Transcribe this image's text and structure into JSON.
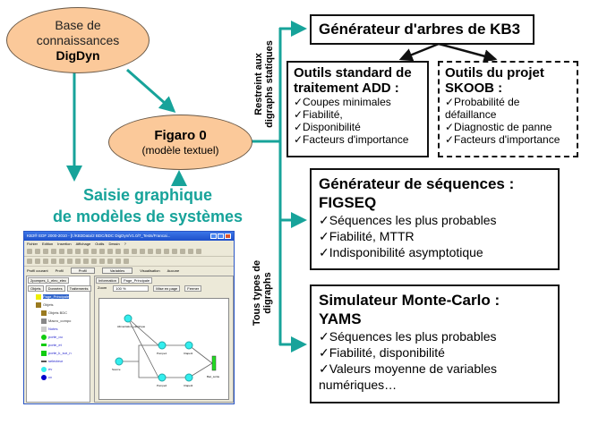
{
  "base": {
    "line1": "Base de",
    "line2": "connaissances",
    "line3": "DigDyn"
  },
  "figaro": {
    "title": "Figaro 0",
    "subtitle": "(modèle textuel)"
  },
  "saisie": {
    "line1": "Saisie graphique",
    "line2": "de modèles de systèmes"
  },
  "labels": {
    "restreint_1": "Restreint aux",
    "restreint_2": "digraphs statiques",
    "tous_1": "Tous types de",
    "tous_2": "digraphs"
  },
  "kb3": {
    "title": "Générateur d'arbres de KB3"
  },
  "standard": {
    "title_1": "Outils standard de",
    "title_2": "traitement ADD :",
    "items": [
      "✓Coupes minimales",
      "✓Fiabilité,",
      "✓Disponibilité",
      "✓Facteurs d'importance"
    ]
  },
  "skoob": {
    "title_1": "Outils du projet",
    "title_2": "SKOOB :",
    "items": [
      "✓Probabilité de",
      "défaillance",
      "✓Diagnostic de panne",
      "✓Facteurs d'importance"
    ]
  },
  "figseq": {
    "title_1": "Générateur de séquences :",
    "title_2": "FIGSEQ",
    "items": [
      "✓Séquences les plus probables",
      "✓Fiabilité, MTTR",
      "✓Indisponibilité asymptotique"
    ]
  },
  "yams": {
    "title_1": "Simulateur Monte-Carlo :",
    "title_2": "YAMS",
    "items": [
      "✓Séquences les plus probables",
      "✓Fiabilité, disponibilité",
      "✓Valeurs moyenne de variables",
      "numériques…"
    ]
  },
  "screenshot": {
    "title": "KB3® EDF 2000-2010 - [I:/KB3Data/2 BDC/BDC DigDyn/V1.0/7_Tests/Francai...",
    "menu": [
      "Fichier",
      "Edition",
      "Insertion",
      "Affichage",
      "Outils",
      "Dessin",
      "?"
    ],
    "profil_label": "Profil courant",
    "profil_value": "Profil",
    "profil_button": "Profil",
    "variables_button": "Variables",
    "visualisation_label": "Visualisation",
    "visualisation_value": "Aucune",
    "file_tab": "2pompes_1_elec_elec",
    "left_tabs": [
      "Objets",
      "Données",
      "Traitements"
    ],
    "tree": [
      "Page_Principale",
      "Objets",
      "Objets BDC",
      "Macro_compo",
      "Notes",
      "porte_ou",
      "porte_et",
      "porte_k_sur_n",
      "selecteur",
      "ev",
      "cv"
    ],
    "right_tabs": [
      "Information",
      "Page_Principale"
    ],
    "zoom_label": "Zoom",
    "zoom_value": "100 %",
    "mise_en_page": "Mise en page",
    "fermer": "Fermer",
    "nodes": [
      "Alimentation_electrique",
      "Source",
      "Pompe1",
      "Pompe2",
      "Clapet1",
      "Clapet2",
      "Bac_sortie"
    ]
  },
  "colors": {
    "teal": "#17a39a",
    "ellipse": "#fbc99a"
  }
}
